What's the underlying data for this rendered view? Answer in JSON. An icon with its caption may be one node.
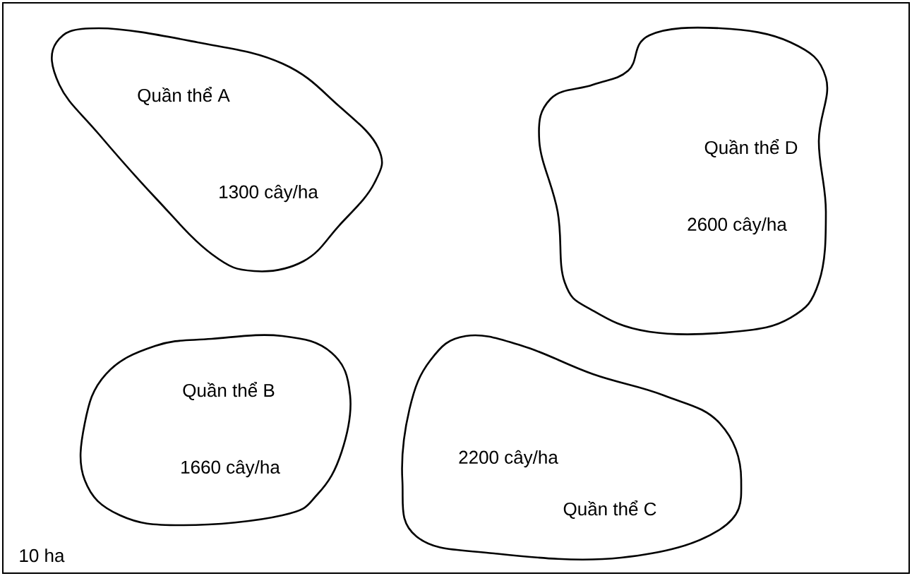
{
  "diagram": {
    "nodes": [
      {
        "text": [
          "10 ha"
        ]
      },
      {
        "text": [
          "Quần thể A",
          "1300 cây/ha"
        ],
        "in": 0
      },
      {
        "text": [
          "Quần thể D",
          "2600 cây/ha"
        ],
        "in": 0
      },
      {
        "text": [
          "Quần thể B",
          "1660 cây/ha"
        ],
        "in": 0
      },
      {
        "text": [
          "2200 cây/ha",
          "Quần thể C"
        ],
        "in": 0
      }
    ],
    "edges": []
  }
}
